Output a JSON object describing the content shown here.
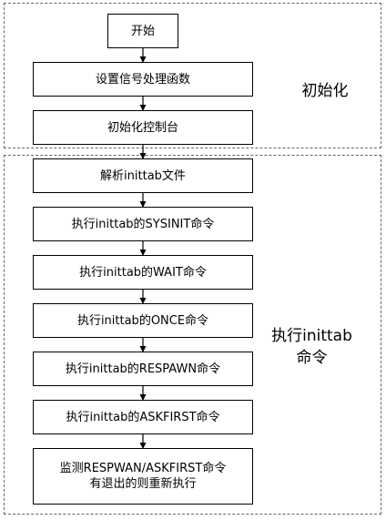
{
  "groups": {
    "init": {
      "label": "初始化"
    },
    "exec": {
      "label_line1": "执行inittab",
      "label_line2": "命令"
    }
  },
  "steps": {
    "start": "开始",
    "signal": "设置信号处理函数",
    "console": "初始化控制台",
    "parse": "解析inittab文件",
    "sysinit": "执行inittab的SYSINIT命令",
    "wait": "执行inittab的WAIT命令",
    "once": "执行inittab的ONCE命令",
    "respawn": "执行inittab的RESPAWN命令",
    "askfirst": "执行inittab的ASKFIRST命令",
    "monitor_line1": "监测RESPWAN/ASKFIRST命令",
    "monitor_line2": "有退出的则重新执行"
  }
}
